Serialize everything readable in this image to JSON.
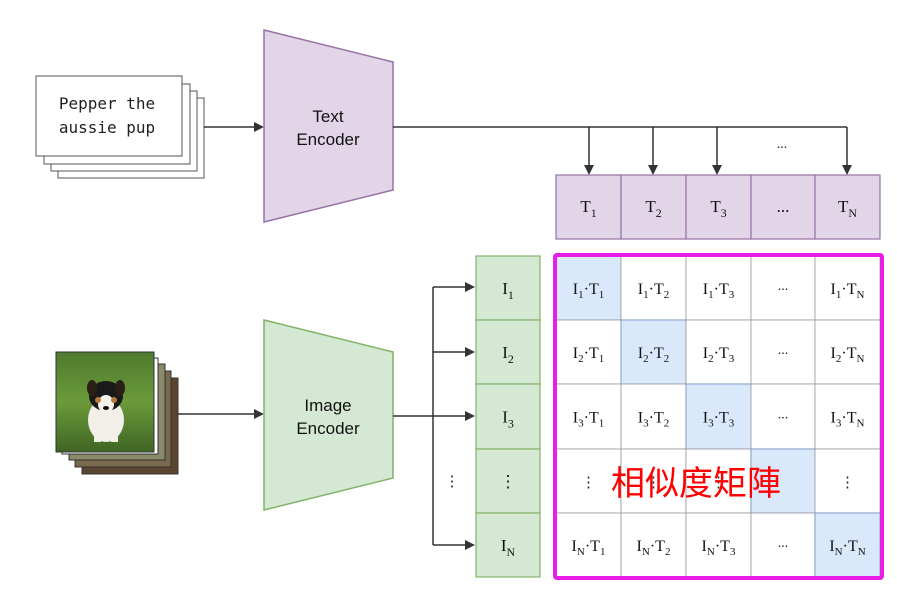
{
  "text_input": {
    "line1": "Pepper the",
    "line2": "aussie pup"
  },
  "text_encoder": {
    "line1": "Text",
    "line2": "Encoder"
  },
  "image_encoder": {
    "line1": "Image",
    "line2": "Encoder"
  },
  "dots": "...",
  "vdots": "⋮",
  "text_embeddings": [
    {
      "base": "T",
      "sub": "1"
    },
    {
      "base": "T",
      "sub": "2"
    },
    {
      "base": "T",
      "sub": "3"
    },
    {
      "base": "...",
      "sub": ""
    },
    {
      "base": "T",
      "sub": "N"
    }
  ],
  "image_embeddings": [
    {
      "base": "I",
      "sub": "1"
    },
    {
      "base": "I",
      "sub": "2"
    },
    {
      "base": "I",
      "sub": "3"
    },
    {
      "base": "⋮",
      "sub": ""
    },
    {
      "base": "I",
      "sub": "N"
    }
  ],
  "matrix_rows": [
    "1",
    "2",
    "3",
    "",
    "N"
  ],
  "matrix_cols": [
    "1",
    "2",
    "3",
    "",
    "N"
  ],
  "matrix_label": "相似度矩陣",
  "colors": {
    "text_fill": "#e1d5e7",
    "text_stroke": "#9673a6",
    "image_fill": "#d5e8d4",
    "image_stroke": "#82b366",
    "diag_fill": "#dae8fc",
    "diag_stroke": "#6c8ebf",
    "highlight_border": "#e91ee6",
    "label_red": "#ff0000",
    "line": "#333333"
  }
}
